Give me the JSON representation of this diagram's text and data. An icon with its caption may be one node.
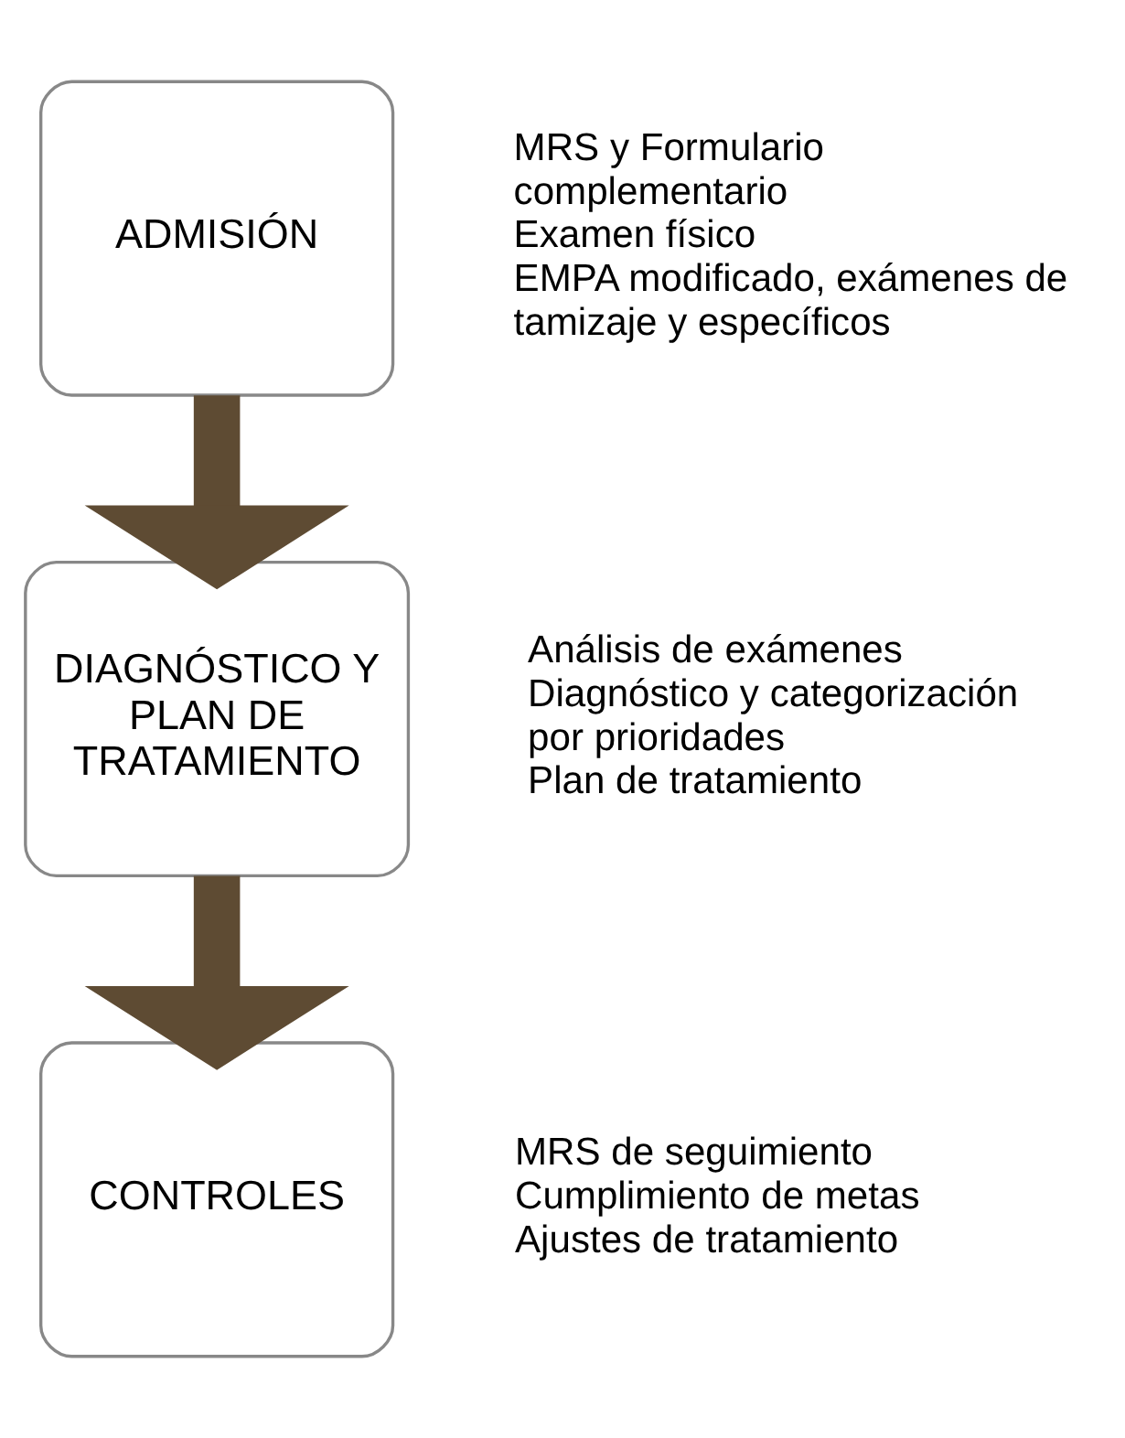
{
  "diagram": {
    "nodes": [
      {
        "text": [
          "ADMISIÓN"
        ],
        "beside": [
          "MRS y Formulario complementario",
          "Examen físico",
          "EMPA modificado, exámenes de tamizaje y específicos"
        ]
      },
      {
        "text": [
          "DIAGNÓSTICO Y PLAN DE TRATAMIENTO"
        ],
        "beside": [
          "Análisis de exámenes",
          "Diagnóstico y categorización por prioridades",
          "Plan de tratamiento"
        ]
      },
      {
        "text": [
          "CONTROLES"
        ],
        "beside": [
          "MRS de seguimiento",
          "Cumplimiento de metas",
          "Ajustes de tratamiento"
        ]
      }
    ],
    "edges": [
      {
        "from": 0,
        "to": 1,
        "arrow": "to"
      },
      {
        "from": 1,
        "to": 2,
        "arrow": "to"
      }
    ]
  }
}
